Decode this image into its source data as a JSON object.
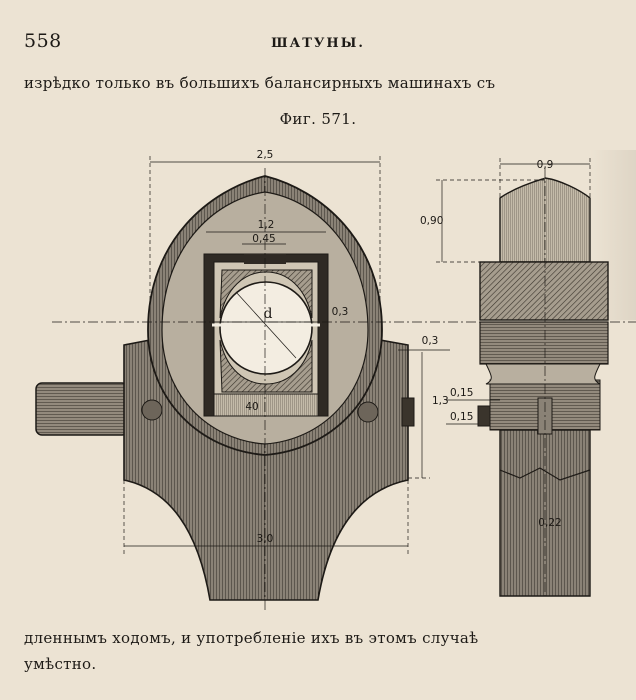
{
  "header": {
    "page_number": "558",
    "running_title": "ШАТУНЫ."
  },
  "text": {
    "line_top": "изрѣдко только въ большихъ балансирныхъ машинахъ съ",
    "line_bottom": "дленнымъ ходомъ, и употребленіе ихъ въ этомъ случаѣ",
    "line_bottom_2": "умѣстно."
  },
  "figure": {
    "caption": "Фиг. 571.",
    "dimensions": {
      "overall_width": "2,5",
      "inner_width": "1,2",
      "gap": "0,45",
      "diameter": "d",
      "small_gap": "0,3",
      "key_height": "40",
      "center_offset": "0,3",
      "lower_height": "1,3",
      "base_width": "3,0",
      "side_width": "0,9",
      "side_top_height": "0,90",
      "bolt_upper": "0,15",
      "bolt_lower": "0,15",
      "rod_dia": "0,22"
    }
  }
}
